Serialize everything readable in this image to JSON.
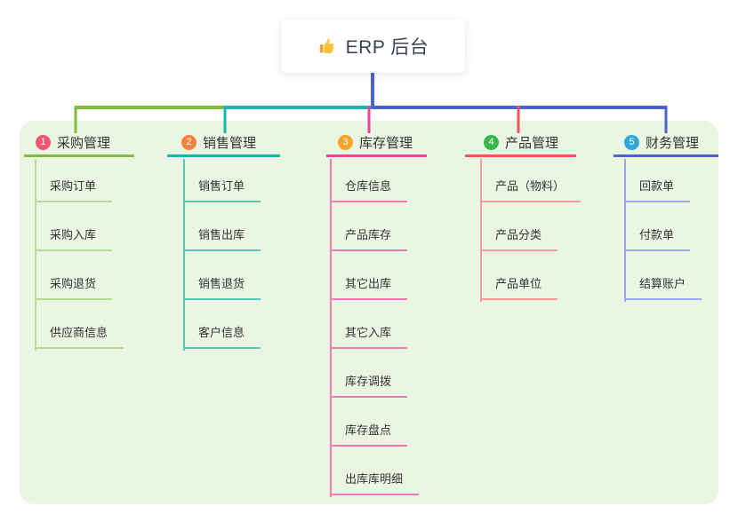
{
  "root": {
    "title": "ERP 后台",
    "icon": "thumbs-up-icon"
  },
  "panel_bg": "#eaf6e2",
  "connector_color": "#4a63d3",
  "branches": [
    {
      "badge": "1",
      "label": "采购管理",
      "badge_color": "#f0566c",
      "line_color": "#82bd3f",
      "child_line_color": "#b7db8f",
      "children": [
        "采购订单",
        "采购入库",
        "采购退货",
        "供应商信息"
      ]
    },
    {
      "badge": "2",
      "label": "销售管理",
      "badge_color": "#f5823c",
      "line_color": "#16b8ad",
      "child_line_color": "#57c7bd",
      "children": [
        "销售订单",
        "销售出库",
        "销售退货",
        "客户信息"
      ]
    },
    {
      "badge": "3",
      "label": "库存管理",
      "badge_color": "#f7a428",
      "line_color": "#e8449b",
      "child_line_color": "#f27ab5",
      "children": [
        "仓库信息",
        "产品库存",
        "其它出库",
        "其它入库",
        "库存调拨",
        "库存盘点",
        "出库库明细"
      ]
    },
    {
      "badge": "4",
      "label": "产品管理",
      "badge_color": "#3bb44a",
      "line_color": "#f2555e",
      "child_line_color": "#f89ba0",
      "children": [
        "产品（物料）",
        "产品分类",
        "产品单位"
      ]
    },
    {
      "badge": "5",
      "label": "财务管理",
      "badge_color": "#2fa8d8",
      "line_color": "#4a63d3",
      "child_line_color": "#97a9e8",
      "children": [
        "回款单",
        "付款单",
        "结算账户"
      ]
    }
  ]
}
